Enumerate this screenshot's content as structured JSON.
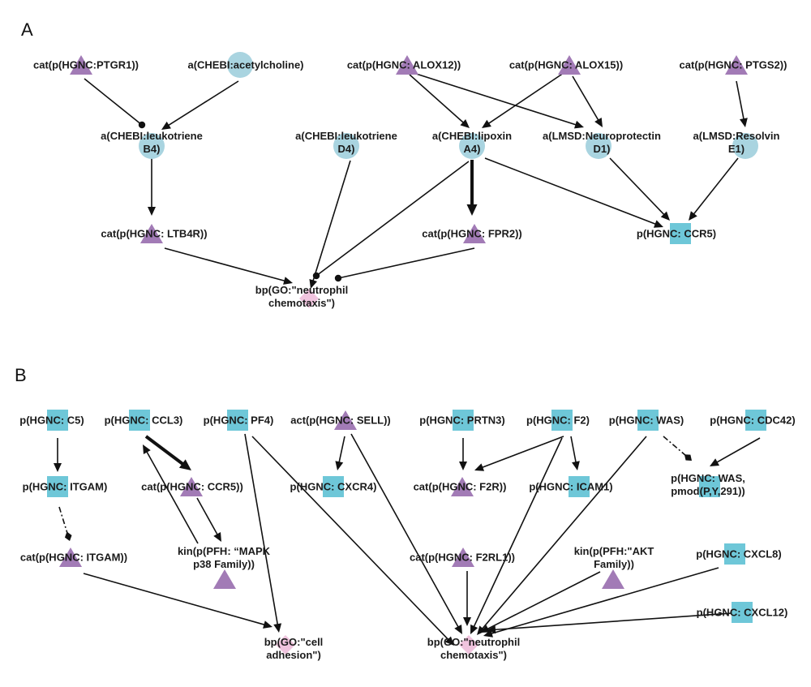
{
  "panels": [
    {
      "id": "A",
      "label": "A",
      "nodes": [
        {
          "id": "a_ptgr1",
          "shape": "triangle",
          "lines": [
            "cat(p(HGNC:PTGR1))"
          ]
        },
        {
          "id": "a_ach",
          "shape": "circle",
          "lines": [
            "a(CHEBI:acetylcholine)"
          ]
        },
        {
          "id": "a_alox12",
          "shape": "triangle",
          "lines": [
            "cat(p(HGNC: ALOX12))"
          ]
        },
        {
          "id": "a_alox15",
          "shape": "triangle",
          "lines": [
            "cat(p(HGNC: ALOX15))"
          ]
        },
        {
          "id": "a_ptgs2",
          "shape": "triangle",
          "lines": [
            "cat(p(HGNC: PTGS2))"
          ]
        },
        {
          "id": "a_ltb4",
          "shape": "circle",
          "lines": [
            "a(CHEBI:leukotriene",
            "B4)"
          ]
        },
        {
          "id": "a_ltd4",
          "shape": "circle",
          "lines": [
            "a(CHEBI:leukotriene",
            "D4)"
          ]
        },
        {
          "id": "a_lxa4",
          "shape": "circle",
          "lines": [
            "a(CHEBI:lipoxin",
            "A4)"
          ]
        },
        {
          "id": "a_npd1",
          "shape": "circle",
          "lines": [
            "a(LMSD:Neuroprotectin",
            "D1)"
          ]
        },
        {
          "id": "a_rve1",
          "shape": "circle",
          "lines": [
            "a(LMSD:Resolvin",
            "E1)"
          ]
        },
        {
          "id": "a_ltb4r",
          "shape": "triangle",
          "lines": [
            "cat(p(HGNC: LTB4R))"
          ]
        },
        {
          "id": "a_fpr2",
          "shape": "triangle",
          "lines": [
            "cat(p(HGNC: FPR2))"
          ]
        },
        {
          "id": "a_ccr5",
          "shape": "square",
          "lines": [
            "p(HGNC: CCR5)"
          ]
        },
        {
          "id": "a_chemo",
          "shape": "diamond",
          "lines": [
            "bp(GO:\"neutrophil",
            "chemotaxis\")"
          ]
        }
      ],
      "edges": [
        {
          "from": "a_ptgr1",
          "to": "a_ltb4",
          "type": "inhibits",
          "weight": "normal"
        },
        {
          "from": "a_ach",
          "to": "a_ltb4",
          "type": "increases",
          "weight": "normal"
        },
        {
          "from": "a_alox12",
          "to": "a_lxa4",
          "type": "increases",
          "weight": "normal"
        },
        {
          "from": "a_alox12",
          "to": "a_npd1",
          "type": "increases",
          "weight": "normal"
        },
        {
          "from": "a_alox15",
          "to": "a_lxa4",
          "type": "increases",
          "weight": "normal"
        },
        {
          "from": "a_alox15",
          "to": "a_npd1",
          "type": "increases",
          "weight": "normal"
        },
        {
          "from": "a_ptgs2",
          "to": "a_rve1",
          "type": "increases",
          "weight": "normal"
        },
        {
          "from": "a_ltb4",
          "to": "a_ltb4r",
          "type": "increases",
          "weight": "normal"
        },
        {
          "from": "a_ltd4",
          "to": "a_chemo",
          "type": "increases",
          "weight": "normal"
        },
        {
          "from": "a_lxa4",
          "to": "a_chemo",
          "type": "inhibits",
          "weight": "normal"
        },
        {
          "from": "a_lxa4",
          "to": "a_fpr2",
          "type": "increases",
          "weight": "bold"
        },
        {
          "from": "a_lxa4",
          "to": "a_ccr5",
          "type": "increases",
          "weight": "normal"
        },
        {
          "from": "a_npd1",
          "to": "a_ccr5",
          "type": "increases",
          "weight": "normal"
        },
        {
          "from": "a_rve1",
          "to": "a_ccr5",
          "type": "increases",
          "weight": "normal"
        },
        {
          "from": "a_ltb4r",
          "to": "a_chemo",
          "type": "increases",
          "weight": "normal"
        },
        {
          "from": "a_fpr2",
          "to": "a_chemo",
          "type": "inhibits",
          "weight": "normal"
        }
      ]
    },
    {
      "id": "B",
      "label": "B",
      "nodes": [
        {
          "id": "b_c5",
          "shape": "square",
          "lines": [
            "p(HGNC: C5)"
          ]
        },
        {
          "id": "b_ccl3",
          "shape": "square",
          "lines": [
            "p(HGNC: CCL3)"
          ]
        },
        {
          "id": "b_pf4",
          "shape": "square",
          "lines": [
            "p(HGNC: PF4)"
          ]
        },
        {
          "id": "b_sell",
          "shape": "triangle",
          "lines": [
            "act(p(HGNC: SELL))"
          ]
        },
        {
          "id": "b_prtn3",
          "shape": "square",
          "lines": [
            "p(HGNC: PRTN3)"
          ]
        },
        {
          "id": "b_f2",
          "shape": "square",
          "lines": [
            "p(HGNC: F2)"
          ]
        },
        {
          "id": "b_was",
          "shape": "square",
          "lines": [
            "p(HGNC: WAS)"
          ]
        },
        {
          "id": "b_cdc42",
          "shape": "square",
          "lines": [
            "p(HGNC: CDC42)"
          ]
        },
        {
          "id": "b_itgam",
          "shape": "square",
          "lines": [
            "p(HGNC: ITGAM)"
          ]
        },
        {
          "id": "b_ccr5",
          "shape": "triangle",
          "lines": [
            "cat(p(HGNC: CCR5))"
          ]
        },
        {
          "id": "b_cxcr4",
          "shape": "square",
          "lines": [
            "p(HGNC: CXCR4)"
          ]
        },
        {
          "id": "b_f2r",
          "shape": "triangle",
          "lines": [
            "cat(p(HGNC: F2R))"
          ]
        },
        {
          "id": "b_icam1",
          "shape": "square",
          "lines": [
            "p(HGNC: ICAM1)"
          ]
        },
        {
          "id": "b_wasp",
          "shape": "square",
          "lines": [
            "p(HGNC: WAS,",
            "pmod(P,Y,291))"
          ]
        },
        {
          "id": "b_catitgam",
          "shape": "triangle",
          "lines": [
            "cat(p(HGNC: ITGAM))"
          ]
        },
        {
          "id": "b_mapk",
          "shape": "triangle",
          "lines": [
            "kin(p(PFH: “MAPK",
            "p38 Family))"
          ]
        },
        {
          "id": "b_f2rl1",
          "shape": "triangle",
          "lines": [
            "cat(p(HGNC: F2RL1))"
          ]
        },
        {
          "id": "b_akt",
          "shape": "triangle",
          "lines": [
            "kin(p(PFH:\"AKT",
            "Family))"
          ]
        },
        {
          "id": "b_cxcl8",
          "shape": "square",
          "lines": [
            "p(HGNC: CXCL8)"
          ]
        },
        {
          "id": "b_cxcl12",
          "shape": "square",
          "lines": [
            "p(HGNC: CXCL12)"
          ]
        },
        {
          "id": "b_adh",
          "shape": "diamond",
          "lines": [
            "bp(GO:\"cell",
            "adhesion\")"
          ]
        },
        {
          "id": "b_chemo",
          "shape": "diamond",
          "lines": [
            "bp(GO:\"neutrophil",
            "chemotaxis\")"
          ]
        }
      ],
      "edges": [
        {
          "from": "b_c5",
          "to": "b_itgam",
          "type": "increases",
          "weight": "normal"
        },
        {
          "from": "b_ccl3",
          "to": "b_ccr5",
          "type": "increases",
          "weight": "bold"
        },
        {
          "from": "b_ccr5",
          "to": "b_mapk",
          "type": "increases",
          "weight": "normal"
        },
        {
          "from": "b_mapk",
          "to": "b_ccl3",
          "type": "increases",
          "weight": "normal"
        },
        {
          "from": "b_itgam",
          "to": "b_catitgam",
          "type": "has_member",
          "weight": "normal"
        },
        {
          "from": "b_pf4",
          "to": "b_adh",
          "type": "increases",
          "weight": "normal"
        },
        {
          "from": "b_pf4",
          "to": "b_chemo",
          "type": "increases",
          "weight": "normal"
        },
        {
          "from": "b_sell",
          "to": "b_cxcr4",
          "type": "increases",
          "weight": "normal"
        },
        {
          "from": "b_sell",
          "to": "b_chemo",
          "type": "increases",
          "weight": "normal"
        },
        {
          "from": "b_prtn3",
          "to": "b_f2r",
          "type": "increases",
          "weight": "normal"
        },
        {
          "from": "b_f2",
          "to": "b_f2r",
          "type": "increases",
          "weight": "normal"
        },
        {
          "from": "b_f2",
          "to": "b_icam1",
          "type": "increases",
          "weight": "normal"
        },
        {
          "from": "b_f2",
          "to": "b_chemo",
          "type": "increases",
          "weight": "normal"
        },
        {
          "from": "b_was",
          "to": "b_chemo",
          "type": "increases",
          "weight": "normal"
        },
        {
          "from": "b_was",
          "to": "b_wasp",
          "type": "has_member",
          "weight": "normal"
        },
        {
          "from": "b_cdc42",
          "to": "b_wasp",
          "type": "increases",
          "weight": "normal"
        },
        {
          "from": "b_catitgam",
          "to": "b_adh",
          "type": "increases",
          "weight": "normal"
        },
        {
          "from": "b_f2rl1",
          "to": "b_chemo",
          "type": "increases",
          "weight": "normal"
        },
        {
          "from": "b_akt",
          "to": "b_chemo",
          "type": "increases",
          "weight": "normal"
        },
        {
          "from": "b_cxcl8",
          "to": "b_chemo",
          "type": "increases",
          "weight": "normal"
        },
        {
          "from": "b_cxcl12",
          "to": "b_chemo",
          "type": "increases",
          "weight": "normal"
        }
      ]
    }
  ],
  "colors": {
    "triangle": "#a27bb6",
    "circle": "#a9d4e0",
    "square": "#6ec7d8",
    "diamond": "#f0c4de",
    "edge": "#111111"
  }
}
